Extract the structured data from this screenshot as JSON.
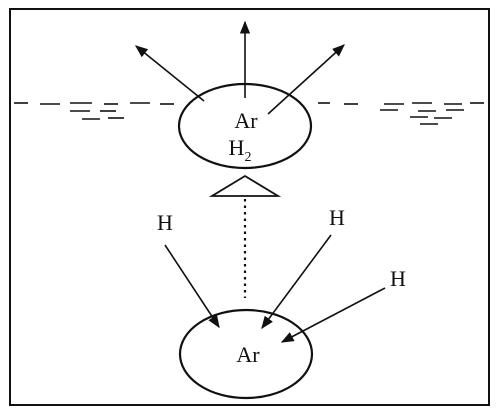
{
  "top_bubble": {
    "label_line1": "Ar",
    "label_line2_base": "H",
    "label_line2_sub": "2"
  },
  "bottom_bubble": {
    "label": "Ar"
  },
  "incoming_atoms": [
    {
      "label": "H"
    },
    {
      "label": "H"
    },
    {
      "label": "H"
    }
  ],
  "colors": {
    "ink": "#111111",
    "background": "#ffffff"
  }
}
